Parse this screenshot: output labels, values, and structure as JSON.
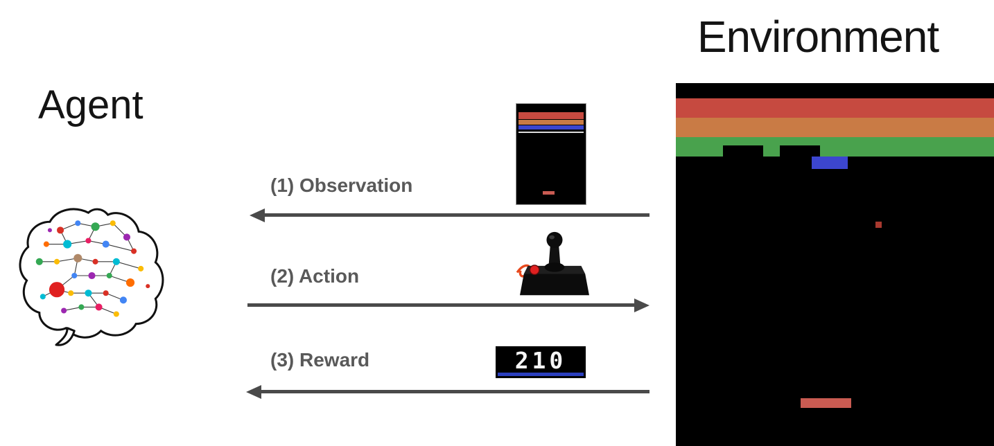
{
  "labels": {
    "agent": "Agent",
    "environment": "Environment"
  },
  "arrows": [
    {
      "label": "(1) Observation",
      "direction": "left",
      "from": "environment",
      "to": "agent"
    },
    {
      "label": "(2) Action",
      "direction": "right",
      "from": "agent",
      "to": "environment"
    },
    {
      "label": "(3) Reward",
      "direction": "left",
      "from": "environment",
      "to": "agent"
    }
  ],
  "reward": {
    "score": "210"
  },
  "icons": {
    "agent": "brain-icon",
    "observation": "breakout-thumbnail-icon",
    "action": "joystick-icon",
    "reward": "score-display-icon",
    "environment": "breakout-screen"
  },
  "colors": {
    "title": "#141414",
    "label": "#595959",
    "arrow": "#4a4a4a",
    "brick_red": "#c64a40",
    "brick_orange": "#c97b45",
    "brick_green": "#49a24d",
    "brick_blue": "#3c46cf",
    "paddle": "#c95b52",
    "ball": "#a8392f",
    "score_bg": "#000000",
    "score_text": "#f5f5f5",
    "score_underline": "#2b3fbe"
  }
}
